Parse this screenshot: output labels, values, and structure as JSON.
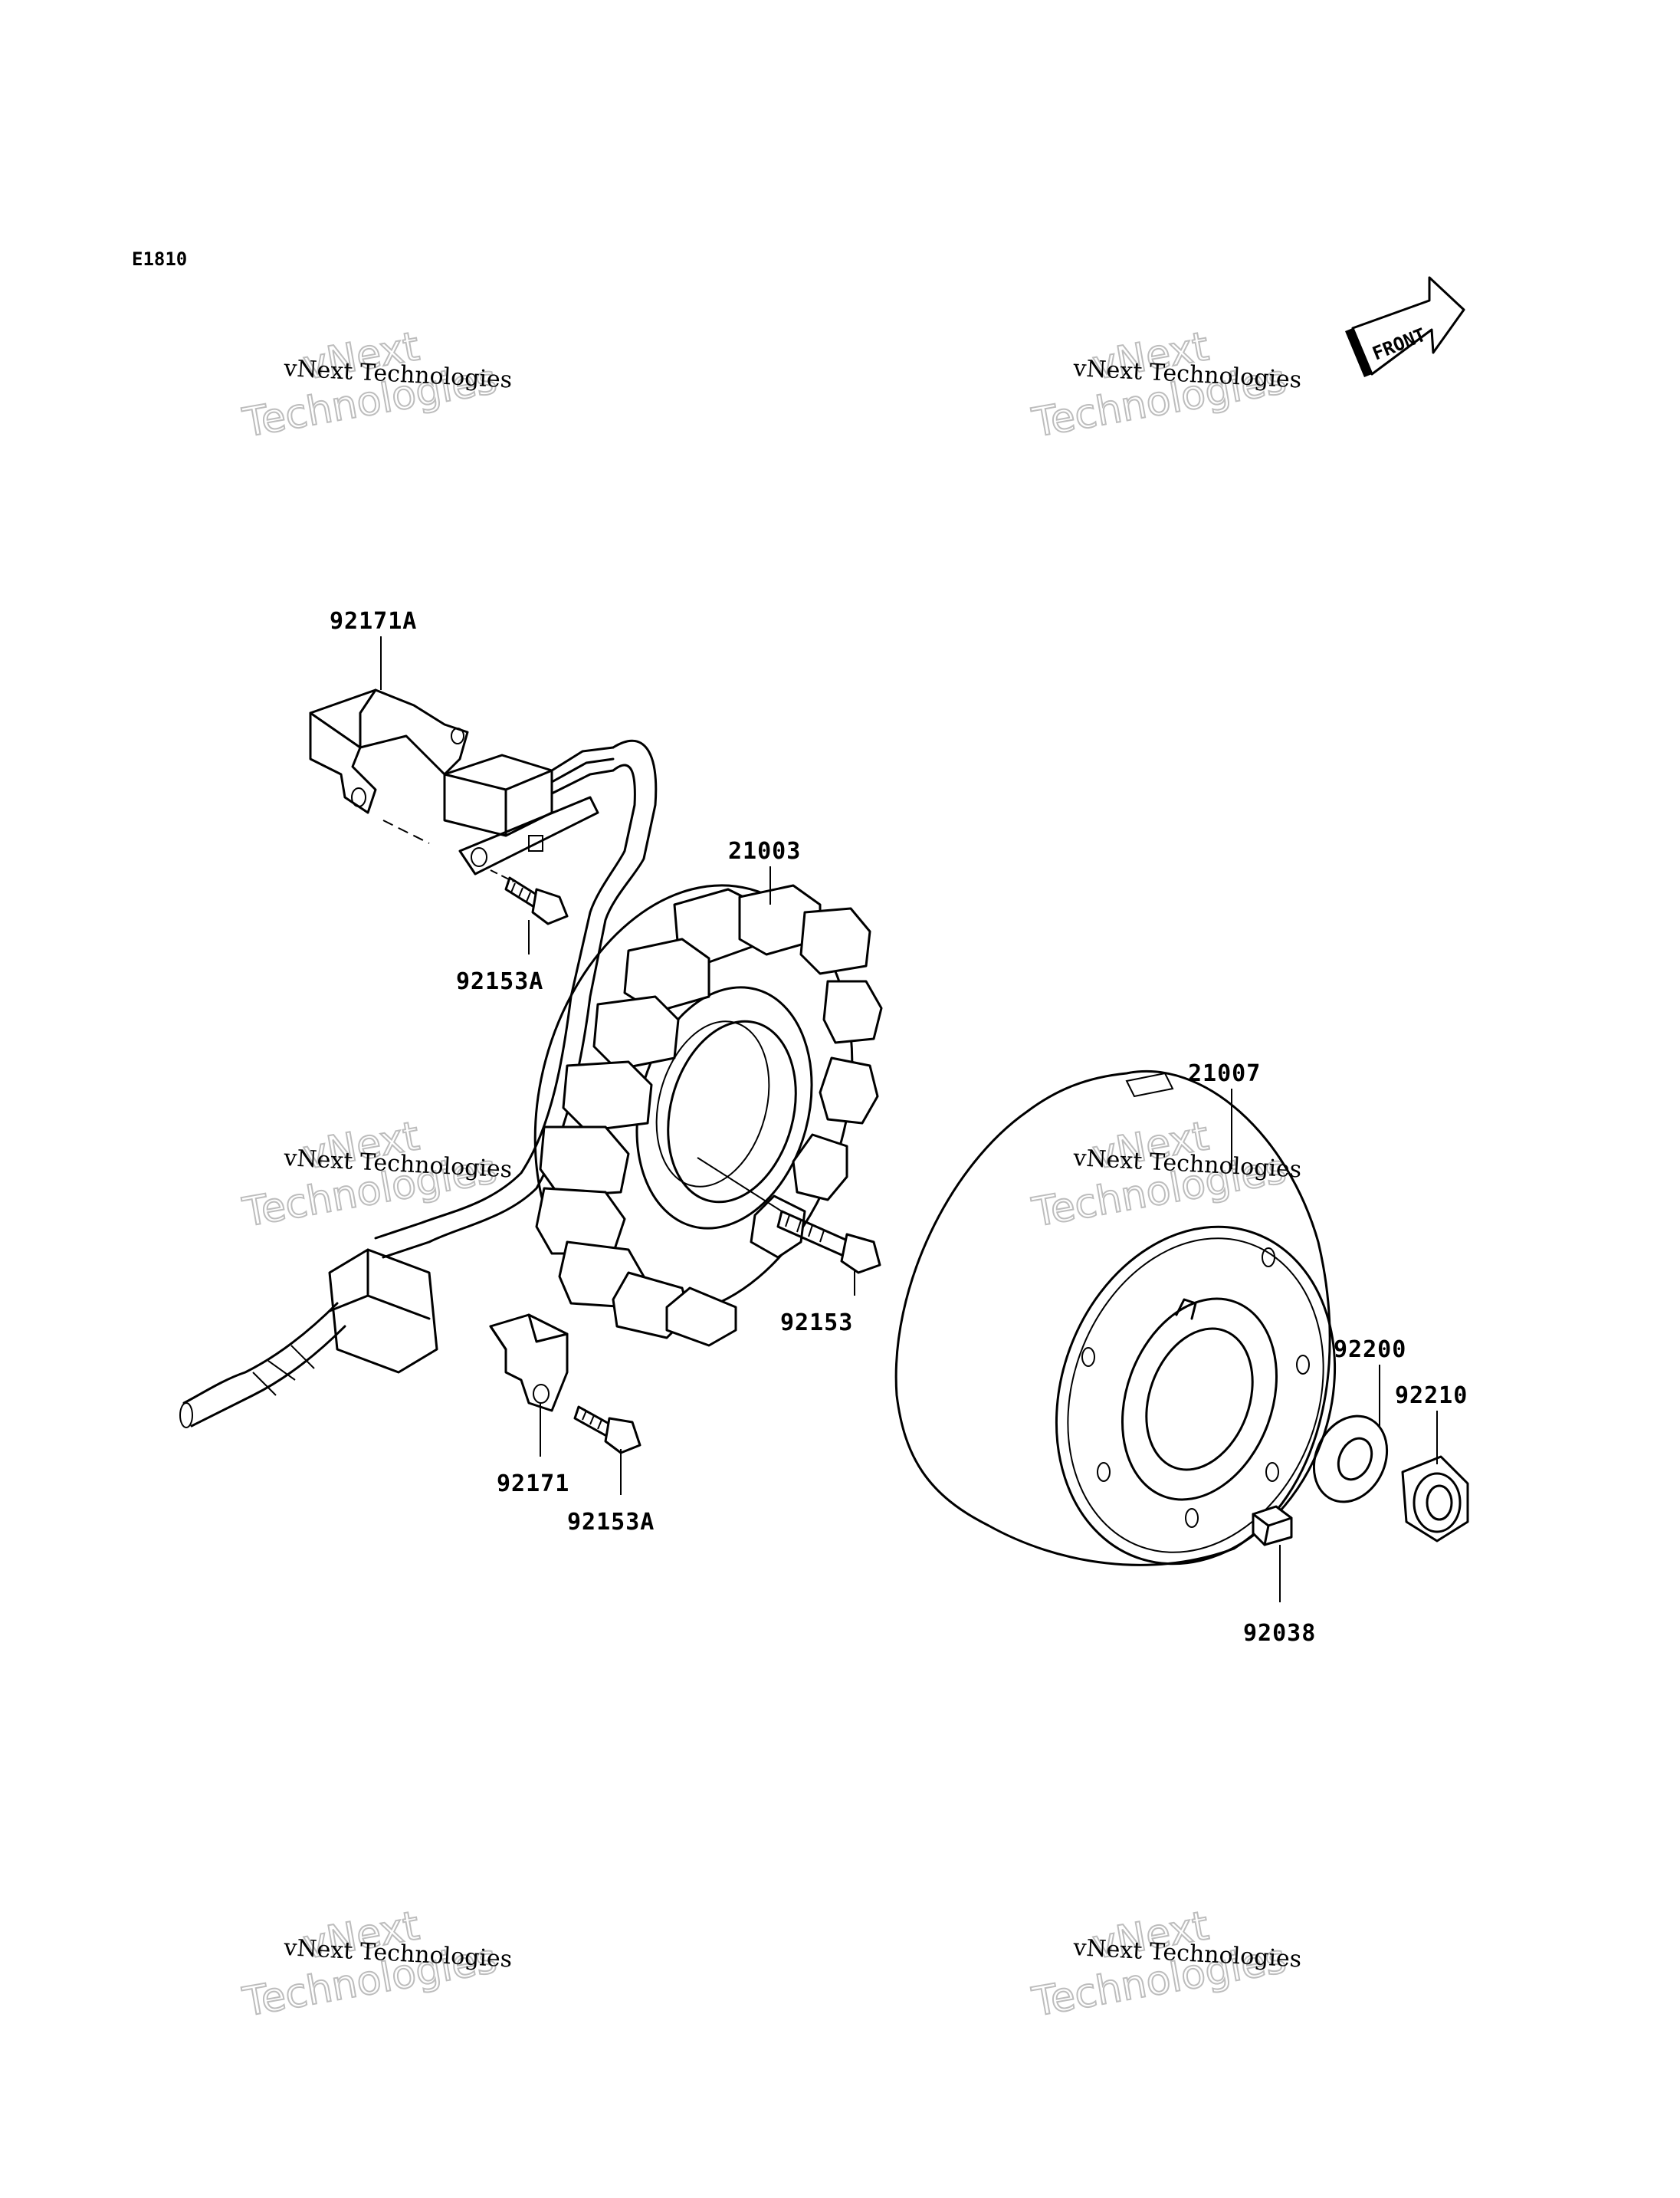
{
  "diagram_code": "E1810",
  "front_label": "FRONT",
  "watermark": {
    "line1": "vNext Technologies",
    "line2": "vNext",
    "line3": "Technologies"
  },
  "parts": [
    {
      "id": "p-92171a",
      "label": "92171A"
    },
    {
      "id": "p-21003",
      "label": "21003"
    },
    {
      "id": "p-92153a-top",
      "label": "92153A"
    },
    {
      "id": "p-92153",
      "label": "92153"
    },
    {
      "id": "p-92171",
      "label": "92171"
    },
    {
      "id": "p-92153a-bottom",
      "label": "92153A"
    },
    {
      "id": "p-21007",
      "label": "21007"
    },
    {
      "id": "p-92200",
      "label": "92200"
    },
    {
      "id": "p-92210",
      "label": "92210"
    },
    {
      "id": "p-92038",
      "label": "92038"
    }
  ]
}
